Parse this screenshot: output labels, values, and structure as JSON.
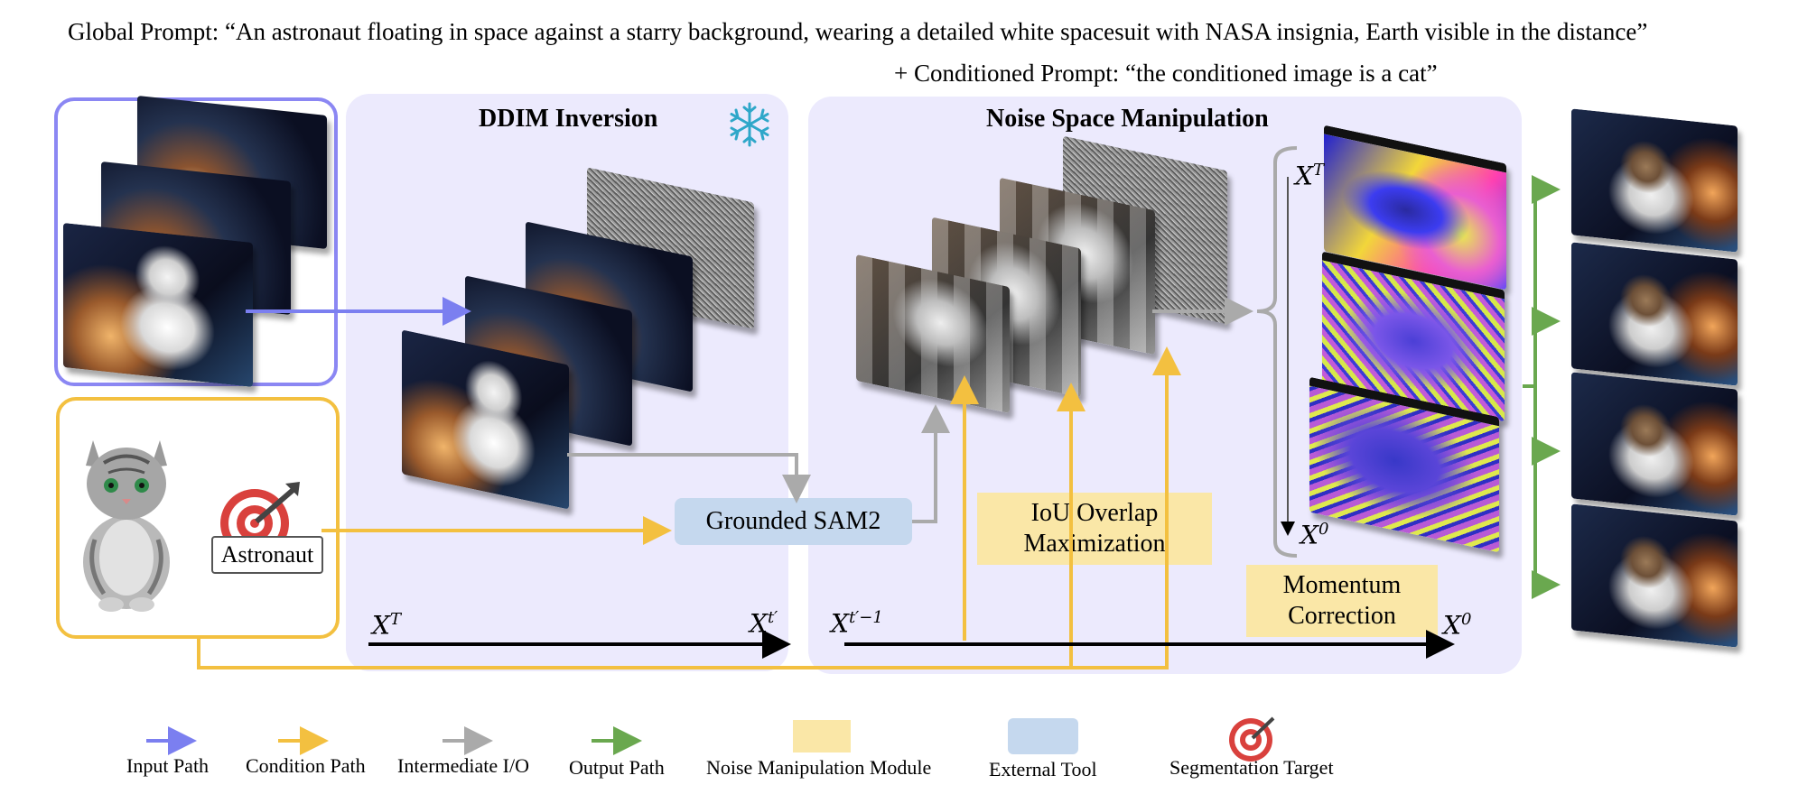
{
  "prompts": {
    "global": "Global Prompt: “An astronaut floating in space against a starry background, wearing a detailed white spacesuit with NASA insignia, Earth visible in the distance”",
    "conditioned": "+ Conditioned Prompt: “the conditioned image is a cat”"
  },
  "panels": {
    "ddim_title": "DDIM Inversion",
    "noise_title": "Noise Space Manipulation"
  },
  "modules": {
    "grounded_sam": "Grounded SAM2",
    "iou_line1": "IoU Overlap",
    "iou_line2": "Maximization",
    "momentum_line1": "Momentum",
    "momentum_line2": "Correction"
  },
  "target_label": "Astronaut",
  "axis": {
    "ddim_start": "X",
    "ddim_start_sup": "T",
    "ddim_end": "X",
    "ddim_end_sup": "t′",
    "noise_start": "X",
    "noise_start_sup": "t′−1",
    "noise_end": "X",
    "noise_end_sup": "0",
    "stack_top": "X",
    "stack_top_sup": "T",
    "stack_bottom": "X",
    "stack_bottom_sup": "0"
  },
  "legend": [
    {
      "label": "Input Path",
      "color": "#7b7ff0",
      "kind": "arrow"
    },
    {
      "label": "Condition Path",
      "color": "#f3c040",
      "kind": "arrow"
    },
    {
      "label": "Intermediate I/O",
      "color": "#aaaaaa",
      "kind": "arrow"
    },
    {
      "label": "Output Path",
      "color": "#6aa84f",
      "kind": "arrow"
    },
    {
      "label": "Noise Manipulation Module",
      "color": "#fae7a7",
      "kind": "swatch"
    },
    {
      "label": "External Tool",
      "color": "#c5d8ee",
      "kind": "swatch"
    },
    {
      "label": "Segmentation Target",
      "color": "#d9413d",
      "kind": "target-icon"
    }
  ],
  "colors": {
    "input": "#7b7ff0",
    "condition": "#f3c040",
    "intermediate": "#aaaaaa",
    "output": "#6aa84f",
    "panel": "#eceafd"
  }
}
